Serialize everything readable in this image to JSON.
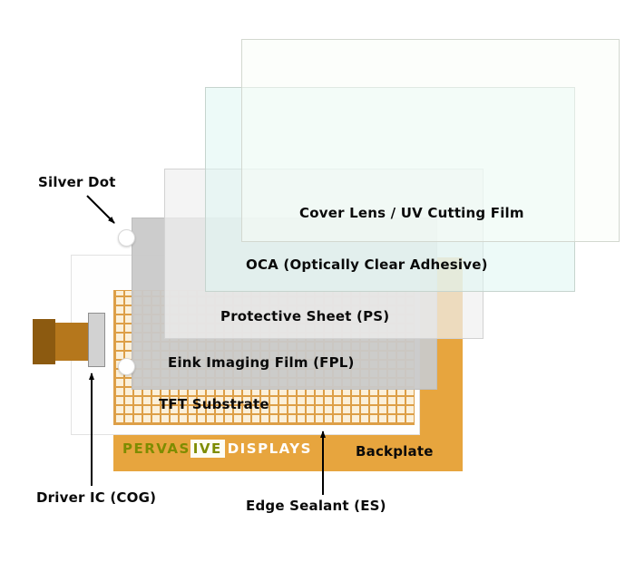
{
  "layers": {
    "cover_lens": "Cover Lens / UV Cutting Film",
    "oca": "OCA (Optically Clear Adhesive)",
    "protective_sheet": "Protective Sheet (PS)",
    "eink_film": "Eink Imaging Film (FPL)",
    "tft_substrate": "TFT Substrate",
    "backplate": "Backplate"
  },
  "callouts": {
    "silver_dot": "Silver Dot",
    "driver_ic": "Driver IC (COG)",
    "edge_sealant": "Edge Sealant (ES)"
  },
  "logo": {
    "part1": "PERVAS",
    "part2": "IVE",
    "part3": "DISPLAYS"
  },
  "colors": {
    "backplate_orange": "#E7A53E",
    "grid_line": "#DD9F47",
    "eink_gray": "#C9C9C9",
    "flex_cable_brown": "#8C5A10",
    "logo_olive": "#7E8C00"
  }
}
